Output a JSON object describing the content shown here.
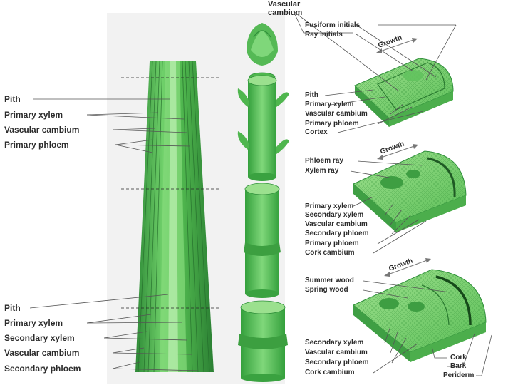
{
  "left_labels_top": [
    "Pith",
    "Primary xylem",
    "Vascular cambium",
    "Primary phloem"
  ],
  "left_labels_bottom": [
    "Pith",
    "Primary xylem",
    "Secondary xylem",
    "Vascular cambium",
    "Secondary phloem"
  ],
  "header_label": [
    "Vascular",
    "cambium"
  ],
  "panel1": {
    "initials": [
      "Fusiform initials",
      "Ray initials"
    ],
    "growth": "Growth",
    "labels": [
      "Pith",
      "Primary xylem",
      "Vascular cambium",
      "Primary phloem",
      "Cortex"
    ]
  },
  "panel2": {
    "growth": "Growth",
    "top_labels": [
      "Phloem ray",
      "Xylem ray"
    ],
    "labels": [
      "Primary xylem",
      "Secondary xylem",
      "Vascular cambium",
      "Secondary phloem",
      "Primary phloem",
      "Cork cambium"
    ]
  },
  "panel3": {
    "growth": "Growth",
    "top_labels": [
      "Summer wood",
      "Spring wood"
    ],
    "labels": [
      "Secondary xylem",
      "Vascular cambium",
      "Secondary phloem",
      "Cork cambium"
    ],
    "right_labels": [
      "Cork",
      "Bark",
      "Periderm"
    ]
  },
  "colors": {
    "green_dark": "#2f8f3a",
    "green": "#5cc05c",
    "green_light": "#a6e09a",
    "line": "#555555"
  }
}
